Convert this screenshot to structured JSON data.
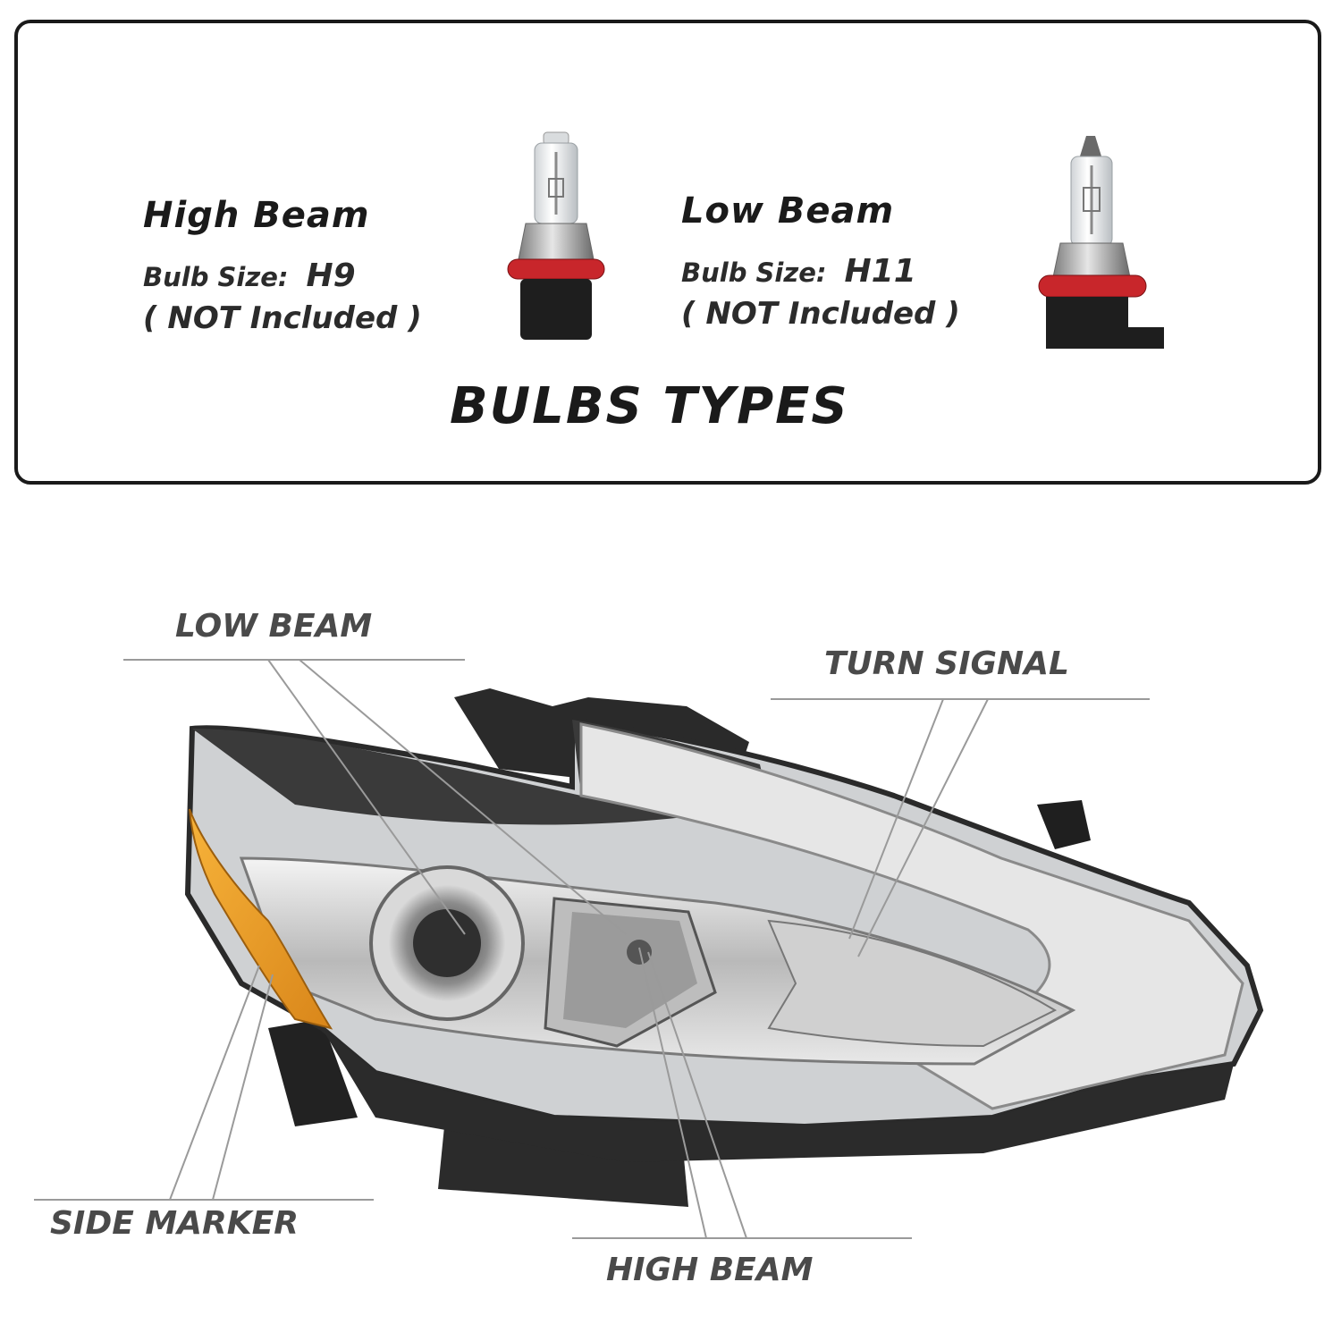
{
  "panel": {
    "high_beam": {
      "title": "High Beam",
      "size_label": "Bulb Size:",
      "size_code": "H9",
      "note": "( NOT Included )"
    },
    "low_beam": {
      "title": "Low Beam",
      "size_label": "Bulb Size:",
      "size_code": "H11",
      "note": "( NOT Included )"
    },
    "title": "BULBS TYPES"
  },
  "callouts": {
    "low_beam": "LOW BEAM",
    "turn_signal": "TURN SIGNAL",
    "side_marker": "SIDE MARKER",
    "high_beam": "HIGH BEAM"
  },
  "colors": {
    "border": "#1a1a1a",
    "amber": "#f2a21b",
    "bulb_ring": "#c8262b",
    "leader": "#9a9a9a"
  }
}
